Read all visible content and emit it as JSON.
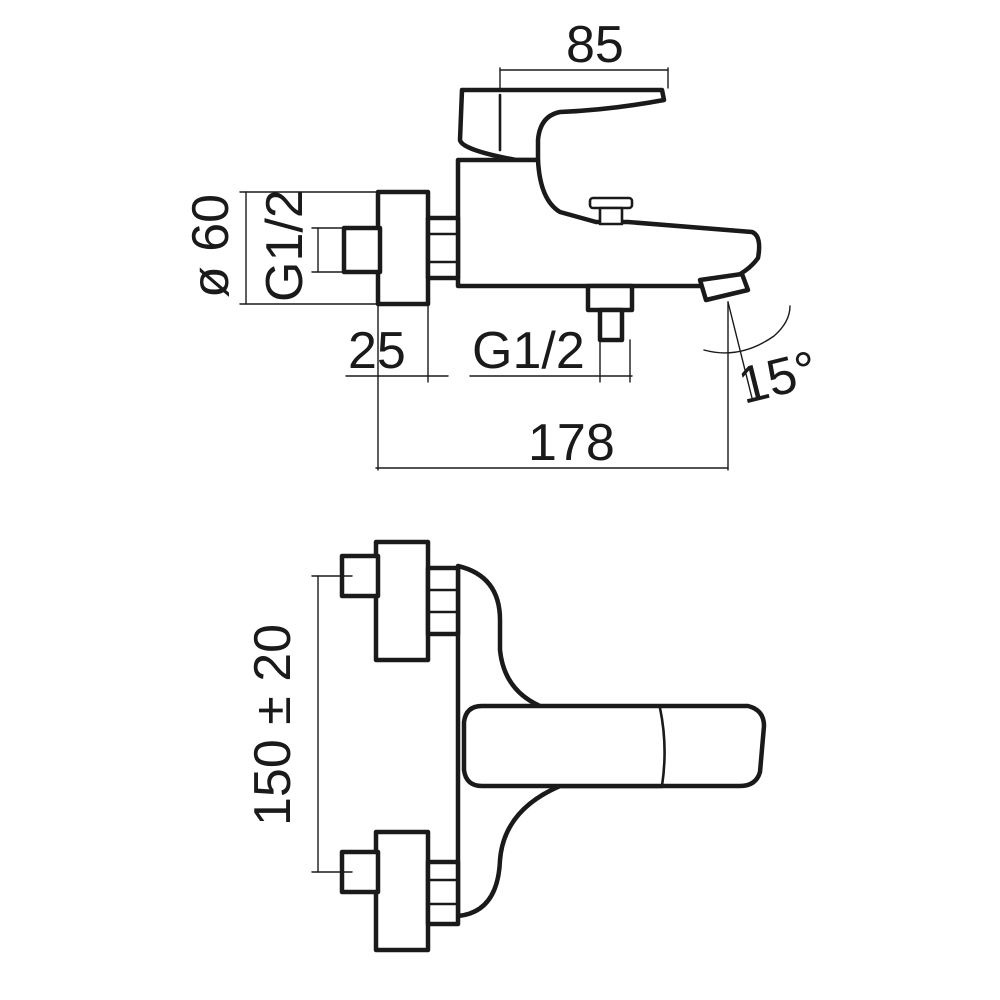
{
  "dimensions": {
    "handle_reach": "85",
    "diameter": "ø 60",
    "inlet_thread_vertical": "G1/2",
    "inlet_depth": "25",
    "outlet_thread": "G1/2",
    "spout_angle": "15°",
    "overall_depth": "178",
    "center_distance": "150 ± 20"
  },
  "colors": {
    "line": "#1a1a1a",
    "background": "#ffffff"
  }
}
